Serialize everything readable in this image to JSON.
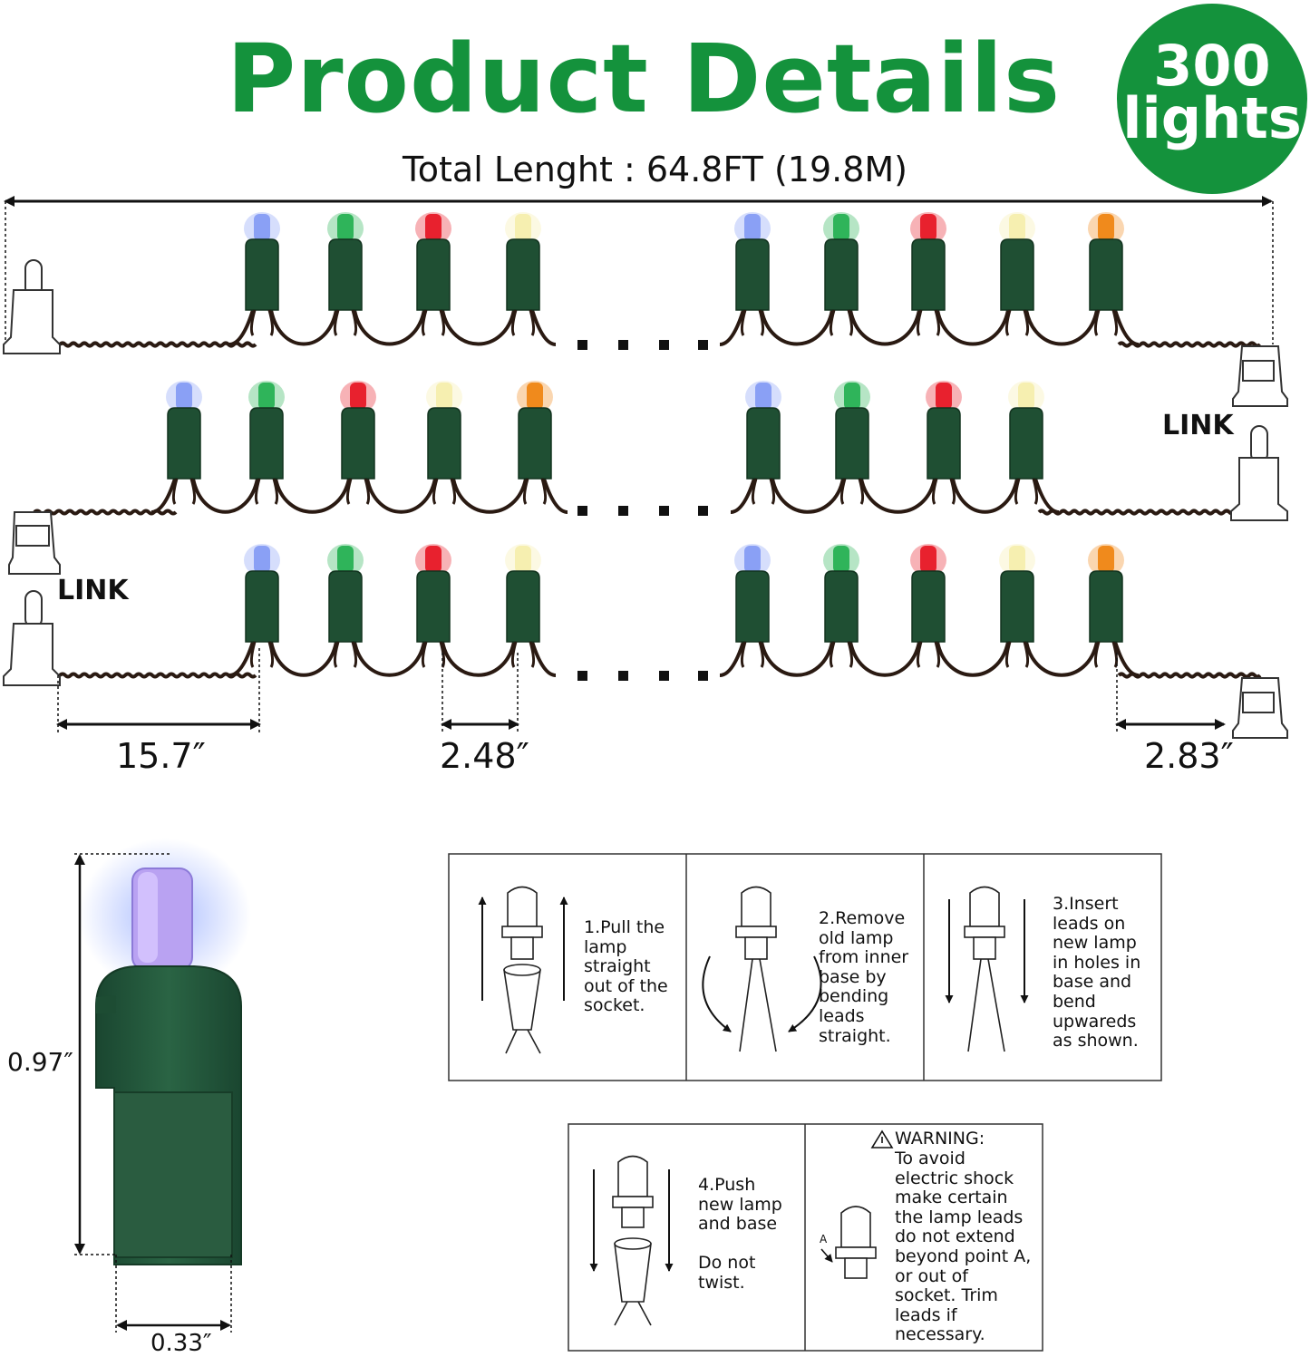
{
  "title": "Product Details",
  "badge": {
    "count": "300",
    "unit": "lights"
  },
  "total_length": "Total Lenght : 64.8FT (19.8M)",
  "link_labels": [
    "LINK",
    "LINK"
  ],
  "dimensions": {
    "lead_length": "15.7″",
    "bulb_spacing": "2.48″",
    "end_length": "2.83″",
    "bulb_height": "0.97″",
    "bulb_width": "0.33″"
  },
  "steps": [
    "1.Pull the\nlamp\nstraight\nout of the\nsocket.",
    "2.Remove\nold lamp\nfrom inner\nbase by\nbending\nleads\nstraight.",
    "3.Insert\nleads on\nnew lamp\nin holes in\nbase and\nbend\nupwareds\nas shown.",
    "4.Push\nnew lamp\nand base\n\nDo not\ntwist."
  ],
  "warning": {
    "heading": "WARNING:",
    "text": "To avoid\nelectric shock\nmake certain\nthe lamp leads\ndo not extend\nbeyond point A,\nor out of\nsocket. Trim\nleads if\nnecessary.",
    "point_label": "A"
  },
  "colors": {
    "brand_green": "#14923c",
    "socket_green": "#1f4f33",
    "wire": "#2a1a12",
    "bulb_blue": "#8aa0f5",
    "bulb_green": "#2fb45a",
    "bulb_red": "#e8212e",
    "bulb_warm_white": "#f6efb0",
    "bulb_orange": "#f08a1c"
  },
  "icons": [
    "plug-icon",
    "socket-icon",
    "warning-icon",
    "bulb-icon",
    "arrow-up-icon",
    "arrow-down-icon",
    "curved-arrow-icon"
  ]
}
